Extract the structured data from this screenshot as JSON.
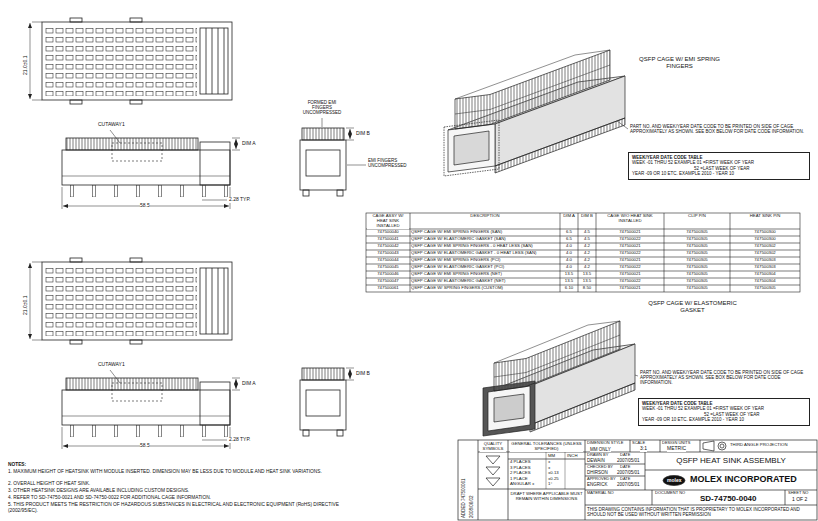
{
  "diagram": {
    "nodes": [
      {
        "text": [
          "WEEK/YEAR DATE CODE TABLE",
          "WEEK -01 THRU 52 EXAMPLE 01 =FIRST WEEK OF YEAR",
          "52 =LAST WEEK OF YEAR",
          "YEAR -09 OR 10 ETC. EXAMPLE 2010 - YEAR 10"
        ]
      },
      {
        "text": [
          "WEEK/YEAR DATE CODE TABLE",
          "WEEK -01 THRU 52 EXAMPLE 01 =FIRST WEEK OF YEAR",
          "52 =LAST WEEK OF YEAR",
          "YEAR -09 OR 10 ETC. EXAMPLE 2010 - YEAR 10"
        ]
      }
    ],
    "labels": [
      "21.0±0.1",
      "CUTAWAY1",
      "DIM A",
      "2.28 TYP.",
      "58.5",
      "FORMED EMI FINGERS UNCOMPRESSED",
      "EMI FINGERS UNCOMPRESSED",
      "DIM B",
      "21.0±0.1",
      "CUTAWAY1",
      "DIM A",
      "2.28 TYP.",
      "58.5",
      "DIM B",
      "QSFP CAGE W/ EMI SPRING FINGERS",
      "PART NO. AND WEEK/YEAR DATE CODE TO BE PRINTED ON SIDE OF CAGE APPROXIMATELY AS SHOWN. SEE BOX BELOW FOR DATE CODE INFORMATION.",
      "CAGE ASSY W/ HEAT SINK INSTALLED",
      "DESCRIPTION",
      "DIM A",
      "DIM B",
      "CAGE W/O HEAT SINK INSTALLED",
      "CLIP P/N",
      "HEAT SINK P/N",
      "747500040",
      "QSFP CAGE W/ EMI SPRING FINGERS (SAN)",
      "6.5",
      "4.5",
      "747500021",
      "747500305",
      "747500300",
      "747500041",
      "QSFP CAGE W/ ELASTOMERIC GASKET (SAN)",
      "6.5",
      "4.5",
      "747500022",
      "747500305",
      "747500300",
      "747500042",
      "QSFP CAGE W/ EMI SPRING FINGERS - 0 HEAT LESS (SAN)",
      "4.0",
      "4.2",
      "747500021",
      "747500305",
      "747500302",
      "747500043",
      "QSFP CAGE W/ ELASTOMERIC GASKET - 0 HEAT LESS (SAN)",
      "4.0",
      "4.2",
      "747500022",
      "747500305",
      "747500302",
      "747500044",
      "QSFP CAGE W/ EMI SPRING FINGERS (PCI)",
      "4.0",
      "4.2",
      "747500021",
      "747500305",
      "747500303",
      "747500045",
      "QSFP CAGE W/ ELASTOMERIC GASKET (PCI)",
      "4.0",
      "4.2",
      "747500022",
      "747500305",
      "747500303",
      "747500046",
      "QSFP CAGE W/ EMI SPRING FINGERS (NET)",
      "13.5",
      "13.5",
      "747500021",
      "747500305",
      "747500304",
      "747500047",
      "QSFP CAGE W/ ELASTOMERIC GASKET (NET)",
      "13.5",
      "13.5",
      "747500022",
      "747500305",
      "747500304",
      "747500061",
      "QSFP CAGE W/ SPRING FINGERS (CUSTOM)",
      "6.10",
      "8.50",
      "747500021",
      "747500305",
      "747500305",
      "QSFP CAGE W/ ELASTOMERIC GASKET",
      "PART NO. AND WEEK/YEAR DATE CODE TO BE PRINTED ON SIDE OF CAGE APPROXIMATELY AS SHOWN. SEE BOX BELOW FOR DATE CODE INFORMATION.",
      "NOTES:",
      "1. MAXIMUM HEIGHT OF HEATSINK WITH MODULE INSERTED. DIMENSION MAY BE LESS DUE TO MODULE AND HEAT SINK VARIATIONS.",
      "2. OVERALL HEIGHT OF HEAT SINK.",
      "3. OTHER HEATSINK DESIGNS ARE AVAILABLE INCLUDING CUSTOM DESIGNS.",
      "4. REFER TO SD-74750-0021 AND SD-74750-0022 FOR ADDITIONAL CAGE INFORMATION.",
      "5. THIS PRODUCT MEETS THE RESTRICTION OF HAZARDOUS SUBSTANCES IN ELECTRICAL AND ELECTRONIC EQUIPMENT (RoHS) DIRECTIVE (2002/95/EC).",
      "ADDED 747500061",
      "2008/06/02",
      "QUALITY SYMBOLS",
      "GENERAL TOLERANCES (UNLESS SPECIFIED)",
      "MM",
      "INCH",
      "4 PLACES",
      "±",
      "3 PLACES",
      "±",
      "2 PLACES",
      "±0.13",
      "1 PLACE",
      "±0.25",
      "ANGULAR ±",
      "1°",
      "DRAFT WHERE APPLICABLE MUST REMAIN WITHIN DIMENSIONS",
      "DIMENSION STYLE",
      "MM ONLY",
      "SCALE",
      "3:1",
      "DESIGN UNITS",
      "METRIC",
      "THIRD ANGLE PROJECTION",
      "DRAWN BY",
      "DATE",
      "DEWAIN",
      "2007/05/01",
      "CHECKED BY",
      "DATE",
      "DHIRSON",
      "2007/05/01",
      "APPROVED BY",
      "DATE",
      "ENGRICK",
      "2007/05/01",
      "QSFP HEAT SINK ASSEMBLY",
      "MOLEX INCORPORATED",
      "MATERIAL NO",
      "DOCUMENT NO",
      "SD-74750-0040",
      "SHEET NO",
      "1 OF 2",
      "THIS DRAWING CONTAINS INFORMATION THAT IS PROPRIETARY TO MOLEX INCORPORATED AND SHOULD NOT BE USED WITHOUT WRITTEN PERMISSION",
      "molex"
    ]
  }
}
